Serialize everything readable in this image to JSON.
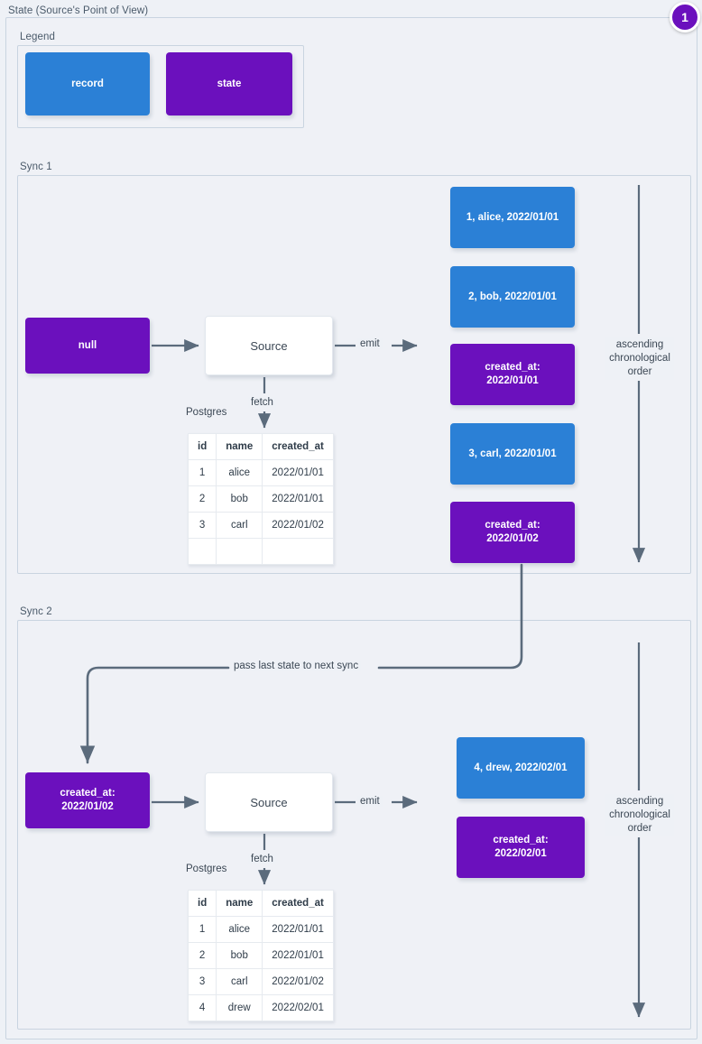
{
  "diagram": {
    "title": "State (Source's Point of View)",
    "badge": "1",
    "colors": {
      "record": "#2b80d6",
      "state": "#6b10bd",
      "background": "#eef1f6",
      "frame_border": "#c9d4e0",
      "connector": "#5b6b7c"
    }
  },
  "legend": {
    "label": "Legend",
    "items": [
      {
        "label": "record",
        "kind": "record"
      },
      {
        "label": "state",
        "kind": "state"
      }
    ]
  },
  "sync1": {
    "label": "Sync 1",
    "state_in": "null",
    "source": "Source",
    "emit_label": "emit",
    "fetch_label": "fetch",
    "db_label": "Postgres",
    "order_label": "ascending\nchronological\norder",
    "table": {
      "columns": [
        "id",
        "name",
        "created_at"
      ],
      "rows": [
        [
          "1",
          "alice",
          "2022/01/01"
        ],
        [
          "2",
          "bob",
          "2022/01/01"
        ],
        [
          "3",
          "carl",
          "2022/01/02"
        ],
        [
          "",
          "",
          ""
        ]
      ]
    },
    "emitted": [
      {
        "kind": "record",
        "text": "1, alice, 2022/01/01"
      },
      {
        "kind": "record",
        "text": "2, bob, 2022/01/01"
      },
      {
        "kind": "state",
        "text": "created_at:\n2022/01/01"
      },
      {
        "kind": "record",
        "text": "3, carl, 2022/01/01"
      },
      {
        "kind": "state",
        "text": "created_at:\n2022/01/02"
      }
    ]
  },
  "pass_state_label": "pass last state to next sync",
  "sync2": {
    "label": "Sync 2",
    "state_in": "created_at:\n2022/01/02",
    "source": "Source",
    "emit_label": "emit",
    "fetch_label": "fetch",
    "db_label": "Postgres",
    "order_label": "ascending\nchronological\norder",
    "table": {
      "columns": [
        "id",
        "name",
        "created_at"
      ],
      "rows": [
        [
          "1",
          "alice",
          "2022/01/01"
        ],
        [
          "2",
          "bob",
          "2022/01/01"
        ],
        [
          "3",
          "carl",
          "2022/01/02"
        ],
        [
          "4",
          "drew",
          "2022/02/01"
        ]
      ]
    },
    "emitted": [
      {
        "kind": "record",
        "text": "4, drew, 2022/02/01"
      },
      {
        "kind": "state",
        "text": "created_at:\n2022/02/01"
      }
    ]
  }
}
